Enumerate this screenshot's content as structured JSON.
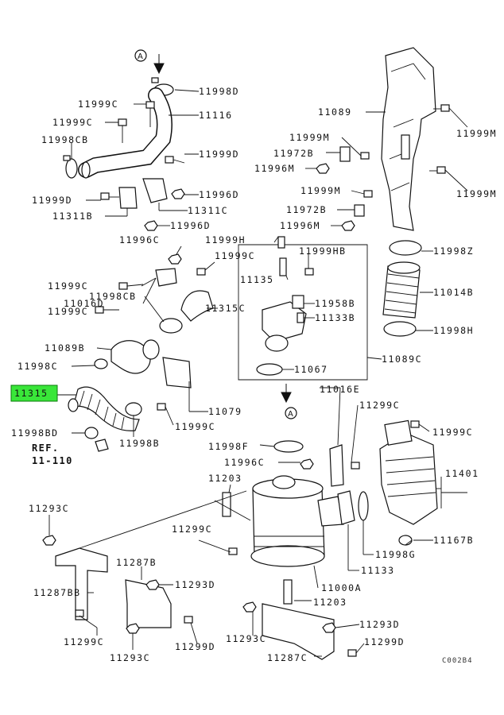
{
  "labels": {
    "l11998D_top": "11998D",
    "l11999C_a": "11999C",
    "l11116": "11116",
    "l11999C_b": "11999C",
    "l11998CB_a": "11998CB",
    "l11999D_a": "11999D",
    "l11996D_a": "11996D",
    "l11999D_b": "11999D",
    "l11311C": "11311C",
    "l11311B": "11311B",
    "l11996D_b": "11996D",
    "l11089": "11089",
    "l11999M_a": "11999M",
    "l11999M_b": "11999M",
    "l11972B_a": "11972B",
    "l11996M_a": "11996M",
    "l11999M_c": "11999M",
    "l11999M_d": "11999M",
    "l11972B_b": "11972B",
    "l11996M_b": "11996M",
    "l11998Z": "11998Z",
    "l11014B": "11014B",
    "l11998H": "11998H",
    "l11089C": "11089C",
    "l11996C_a": "11996C",
    "l11999H": "11999H",
    "l11999C_c": "11999C",
    "l11999HB": "11999HB",
    "l11135": "11135",
    "l11999C_d": "11999C",
    "l11016D": "11016D",
    "l11958B": "11958B",
    "l11998CB_b": "11998CB",
    "l11133B": "11133B",
    "l11315C": "11315C",
    "l11999C_e": "11999C",
    "l11089B": "11089B",
    "l11067": "11067",
    "l11998C": "11998C",
    "l11315": "11315",
    "l11079": "11079",
    "l11999C_f": "11999C",
    "l11998BD": "11998BD",
    "l11998B": "11998B",
    "ref_1": "REF.",
    "ref_2": "11-110",
    "l11016E": "11016E",
    "l11299C_a": "11299C",
    "l11999C_g": "11999C",
    "l11998F": "11998F",
    "l11996C_b": "11996C",
    "l11203_a": "11203",
    "l11401": "11401",
    "l11293C_a": "11293C",
    "l11299C_b": "11299C",
    "l11167B": "11167B",
    "l11998G": "11998G",
    "l11133": "11133",
    "l11287B": "11287B",
    "l11293D_a": "11293D",
    "l11287BB": "11287BB",
    "l11000A": "11000A",
    "l11203_b": "11203",
    "l11299C_c": "11299C",
    "l11299D_a": "11299D",
    "l11293D_b": "11293D",
    "l11293C_b": "11293C",
    "l11299D_b": "11299D",
    "l11293C_c": "11293C",
    "l11287C": "11287C",
    "catalog_code": "C002B4",
    "marker_a_top": "A",
    "marker_a_mid": "A"
  },
  "highlight": {
    "part": "11315",
    "color": "#39e639"
  },
  "colors": {
    "line": "#111111",
    "background": "#ffffff"
  }
}
